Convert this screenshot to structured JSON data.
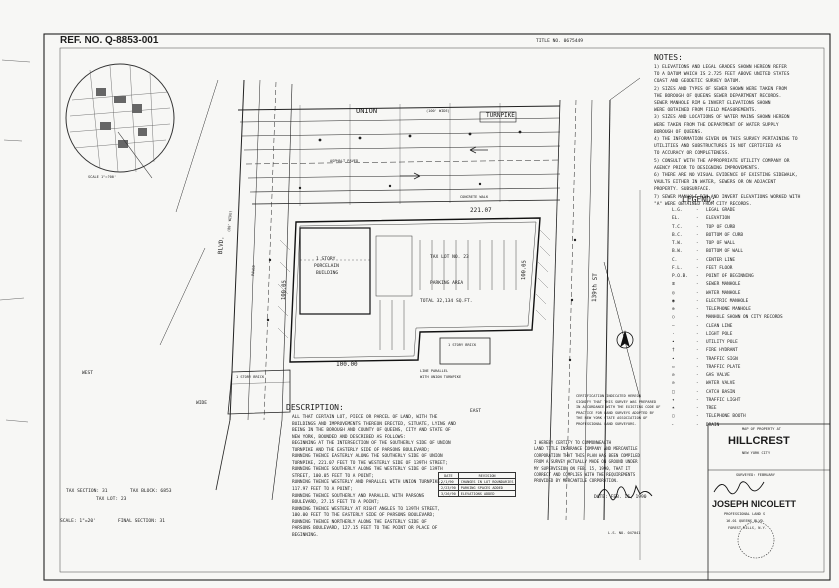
{
  "header": {
    "ref_no": "REF. NO. Q-8853-001",
    "title_no": "TITLE NO. 0675449"
  },
  "key_map": {
    "scale_label": "SCALE 1\"=?00'"
  },
  "streets": {
    "union": "UNION",
    "union_width": "(100' WIDE)",
    "turnpike": "TURNPIKE",
    "blvd": "BLVD.",
    "blvd_width": "(80' WIDE)",
    "st_label": "139th ST",
    "paved": "PAVED",
    "asphalt_paved": "ASPHALT PAVED",
    "concrete_walk": "CONCRETE WALK",
    "west": "WEST",
    "east": "EAST",
    "wide": "WIDE"
  },
  "plot": {
    "building": [
      "1 STORY",
      "PORCELAIN",
      "BUILDING"
    ],
    "distances": [
      "221.07",
      "100.05",
      "100.05",
      "100.00"
    ],
    "tax_lot": "TAX LOT NO. 23",
    "parking_area": "PARKING AREA",
    "total_label": "TOTAL 32,134 SQ.FT.",
    "line_parallel": [
      "LINE PARALLEL",
      "WITH UNION TURNPIKE"
    ],
    "one_story": "1 STORY BRICK",
    "one_story_alt": "1 STORY BRICK"
  },
  "notes": {
    "title": "NOTES:",
    "lines": [
      "1) ELEVATIONS AND LEGAL GRADES SHOWN HEREON REFER",
      "   TO A DATUM WHICH IS 2.725 FEET ABOVE UNITED STATES",
      "   COAST AND GEODETIC SURVEY DATUM.",
      "2) SIZES AND TYPES OF SEWER SHOWN WERE TAKEN FROM",
      "   THE BOROUGH OF QUEENS SEWER DEPARTMENT RECORDS.",
      "   SEWER MANHOLE RIM & INVERT ELEVATIONS SHOWN",
      "   WERE OBTAINED FROM FIELD MEASUREMENTS.",
      "3) SIZES AND LOCATIONS OF WATER MAINS SHOWN HEREON",
      "   WERE TAKEN FROM THE DEPARTMENT OF WATER SUPPLY",
      "   BOROUGH OF QUEENS.",
      "4) THE INFORMATION GIVEN ON THIS SURVEY PERTAINING TO",
      "   UTILITIES AND SUBSTRUCTURES IS NOT CERTIFIED AS",
      "   TO ACCURACY OR COMPLETENESS.",
      "5) CONSULT WITH THE APPROPRIATE UTILITY COMPANY OR",
      "   AGENCY PRIOR TO DESIGNING IMPROVEMENTS.",
      "6) THERE ARE NO VISUAL EVIDENCE OF EXISTING SIDEWALK,",
      "   VAULTS EITHER IN WATER, SEWERS OR ON ADJACENT",
      "   PROPERTY. SUBSURFACE.",
      "7) SEWER MANHOLE RIM AND INVERT ELEVATIONS WORKED WITH",
      "   \"A\" WERE OBTAINED FROM CITY RECORDS."
    ]
  },
  "legend": {
    "title": "LEGEND:",
    "items": [
      {
        "abbr": "L.G.",
        "desc": "LEGAL GRADE"
      },
      {
        "abbr": "EL.",
        "desc": "ELEVATION"
      },
      {
        "abbr": "T.C.",
        "desc": "TOP OF CURB"
      },
      {
        "abbr": "B.C.",
        "desc": "BOTTOM OF CURB"
      },
      {
        "abbr": "T.W.",
        "desc": "TOP OF WALL"
      },
      {
        "abbr": "B.W.",
        "desc": "BOTTOM OF WALL"
      },
      {
        "abbr": "C.",
        "desc": "CENTER LINE"
      },
      {
        "abbr": "F.L.",
        "desc": "FEET FLOOR"
      },
      {
        "abbr": "P.O.B.",
        "desc": "POINT OF BEGINNING"
      },
      {
        "abbr": "⦻",
        "desc": "SEWER MANHOLE"
      },
      {
        "abbr": "◎",
        "desc": "WATER MANHOLE"
      },
      {
        "abbr": "◉",
        "desc": "ELECTRIC MANHOLE"
      },
      {
        "abbr": "⊕",
        "desc": "TELEPHONE MANHOLE"
      },
      {
        "abbr": "○",
        "desc": "MANHOLE SHOWN ON CITY RECORDS"
      },
      {
        "abbr": "—",
        "desc": "CLEAN LINE"
      },
      {
        "abbr": "·",
        "desc": "LIGHT POLE"
      },
      {
        "abbr": "•",
        "desc": "UTILITY POLE"
      },
      {
        "abbr": "†",
        "desc": "FIRE HYDRANT"
      },
      {
        "abbr": "∙",
        "desc": "TRAFFIC SIGN"
      },
      {
        "abbr": "▫",
        "desc": "TRAFFIC PLATE"
      },
      {
        "abbr": "⊘",
        "desc": "GAS VALVE"
      },
      {
        "abbr": "⊙",
        "desc": "WATER VALVE"
      },
      {
        "abbr": "□",
        "desc": "CATCH BASIN"
      },
      {
        "abbr": "✦",
        "desc": "TRAFFIC LIGHT"
      },
      {
        "abbr": "✶",
        "desc": "TREE"
      },
      {
        "abbr": "▢",
        "desc": "TELEPHONE BOOTH"
      },
      {
        "abbr": "╴",
        "desc": "DRAIN"
      }
    ]
  },
  "description": {
    "title": "DESCRIPTION:",
    "lines": [
      "ALL THAT CERTAIN LOT, PIECE OR PARCEL OF LAND, WITH THE",
      "BUILDINGS AND IMPROVEMENTS THEREON ERECTED, SITUATE, LYING AND",
      "BEING IN THE BOROUGH AND COUNTY OF QUEENS, CITY AND STATE OF",
      "NEW YORK, BOUNDED AND DESCRIBED AS FOLLOWS:",
      "BEGINNING AT THE INTERSECTION OF THE SOUTHERLY SIDE OF UNION",
      "TURNPIKE AND THE EASTERLY SIDE OF PARSONS BOULEVARD;",
      "RUNNING THENCE EASTERLY ALONG THE SOUTHERLY SIDE OF UNION",
      "TURNPIKE, 221.07 FEET TO THE WESTERLY SIDE OF 139TH STREET;",
      "RUNNING THENCE SOUTHERLY ALONG THE WESTERLY SIDE OF 139TH",
      "STREET, 100.05 FEET TO A POINT;",
      "RUNNING THENCE WESTERLY AND PARALLEL WITH UNION TURNPIKE,",
      "117.97 FEET TO A POINT;",
      "RUNNING THENCE SOUTHERLY AND PARALLEL WITH PARSONS",
      "BOULEVARD, 27.15 FEET TO A POINT;",
      "RUNNING THENCE WESTERLY AT RIGHT ANGLES TO 139TH STREET,",
      "100.00 FEET TO THE EASTERLY SIDE OF PARSONS BOULEVARD;",
      "RUNNING THENCE NORTHERLY ALONG THE EASTERLY SIDE OF",
      "PARSONS BOULEVARD, 127.15 FEET TO THE POINT OR PLACE OF",
      "BEGINNING."
    ]
  },
  "certification_left": {
    "lines": [
      "CERTIFICATION INDICATED HEREON",
      "SIGNIFY THAT THIS SURVEY WAS PREPARED",
      "IN ACCORDANCE WITH THE EXISTING CODE OF",
      "PRACTICE FOR LAND SURVEYS ADOPTED BY",
      "THE NEW YORK STATE ASSOCIATION OF",
      "PROFESSIONAL LAND SURVEYORS."
    ]
  },
  "certification": {
    "lines": [
      "I HEREBY CERTIFY TO COMMONWEALTH",
      "LAND TITLE INSURANCE COMPANY AND MERCANTILE",
      "CORPORATION THAT THIS PLAN HAS BEEN COMPILED",
      "FROM A SURVEY ACTUALLY MADE ON GROUND UNDER",
      "MY SUPERVISION ON FEB. 15, 1990, THAT IT",
      "CORRECT AND COMPLIES WITH THE REQUIREMENTS",
      "PROVIDED BY MERCANTILE CORPORATION."
    ],
    "date": "DATE: FEB. 15, 1990",
    "signature_caption": "L.S. NO. 047041"
  },
  "revision_table": {
    "headers": [
      "DATE",
      "REVISION"
    ],
    "rows": [
      [
        "2/1/90",
        "CHANGES IN LOT BOUNDARIES"
      ],
      [
        "2/23/90",
        "PARKING SPACES ADDED"
      ],
      [
        "3/26/90",
        "ELEVATIONS ADDED"
      ]
    ]
  },
  "tax_info": {
    "tax_section": "TAX SECTION: 31",
    "tax_block": "TAX BLOCK: 6853",
    "tax_lot": "TAX LOT: 23",
    "scale": "SCALE: 1\"=20'",
    "final_section": "FINAL SECTION: 31"
  },
  "title_block": {
    "map_of": "MAP OF PROPERTY AT",
    "place": "HILLCREST",
    "city": "NEW YORK CITY",
    "surveyed": "SURVEYED: FEBRUARY",
    "surveyor": "JOSEPH NICOLETT",
    "license_line": "PROFESSIONAL LAND S",
    "address1": "16-01 QUEENS BLVD.",
    "address2": "FOREST HILLS, N.Y."
  },
  "colors": {
    "ink": "#1b1b1b",
    "paper": "#f7f7f5",
    "hatch": "#555555"
  }
}
